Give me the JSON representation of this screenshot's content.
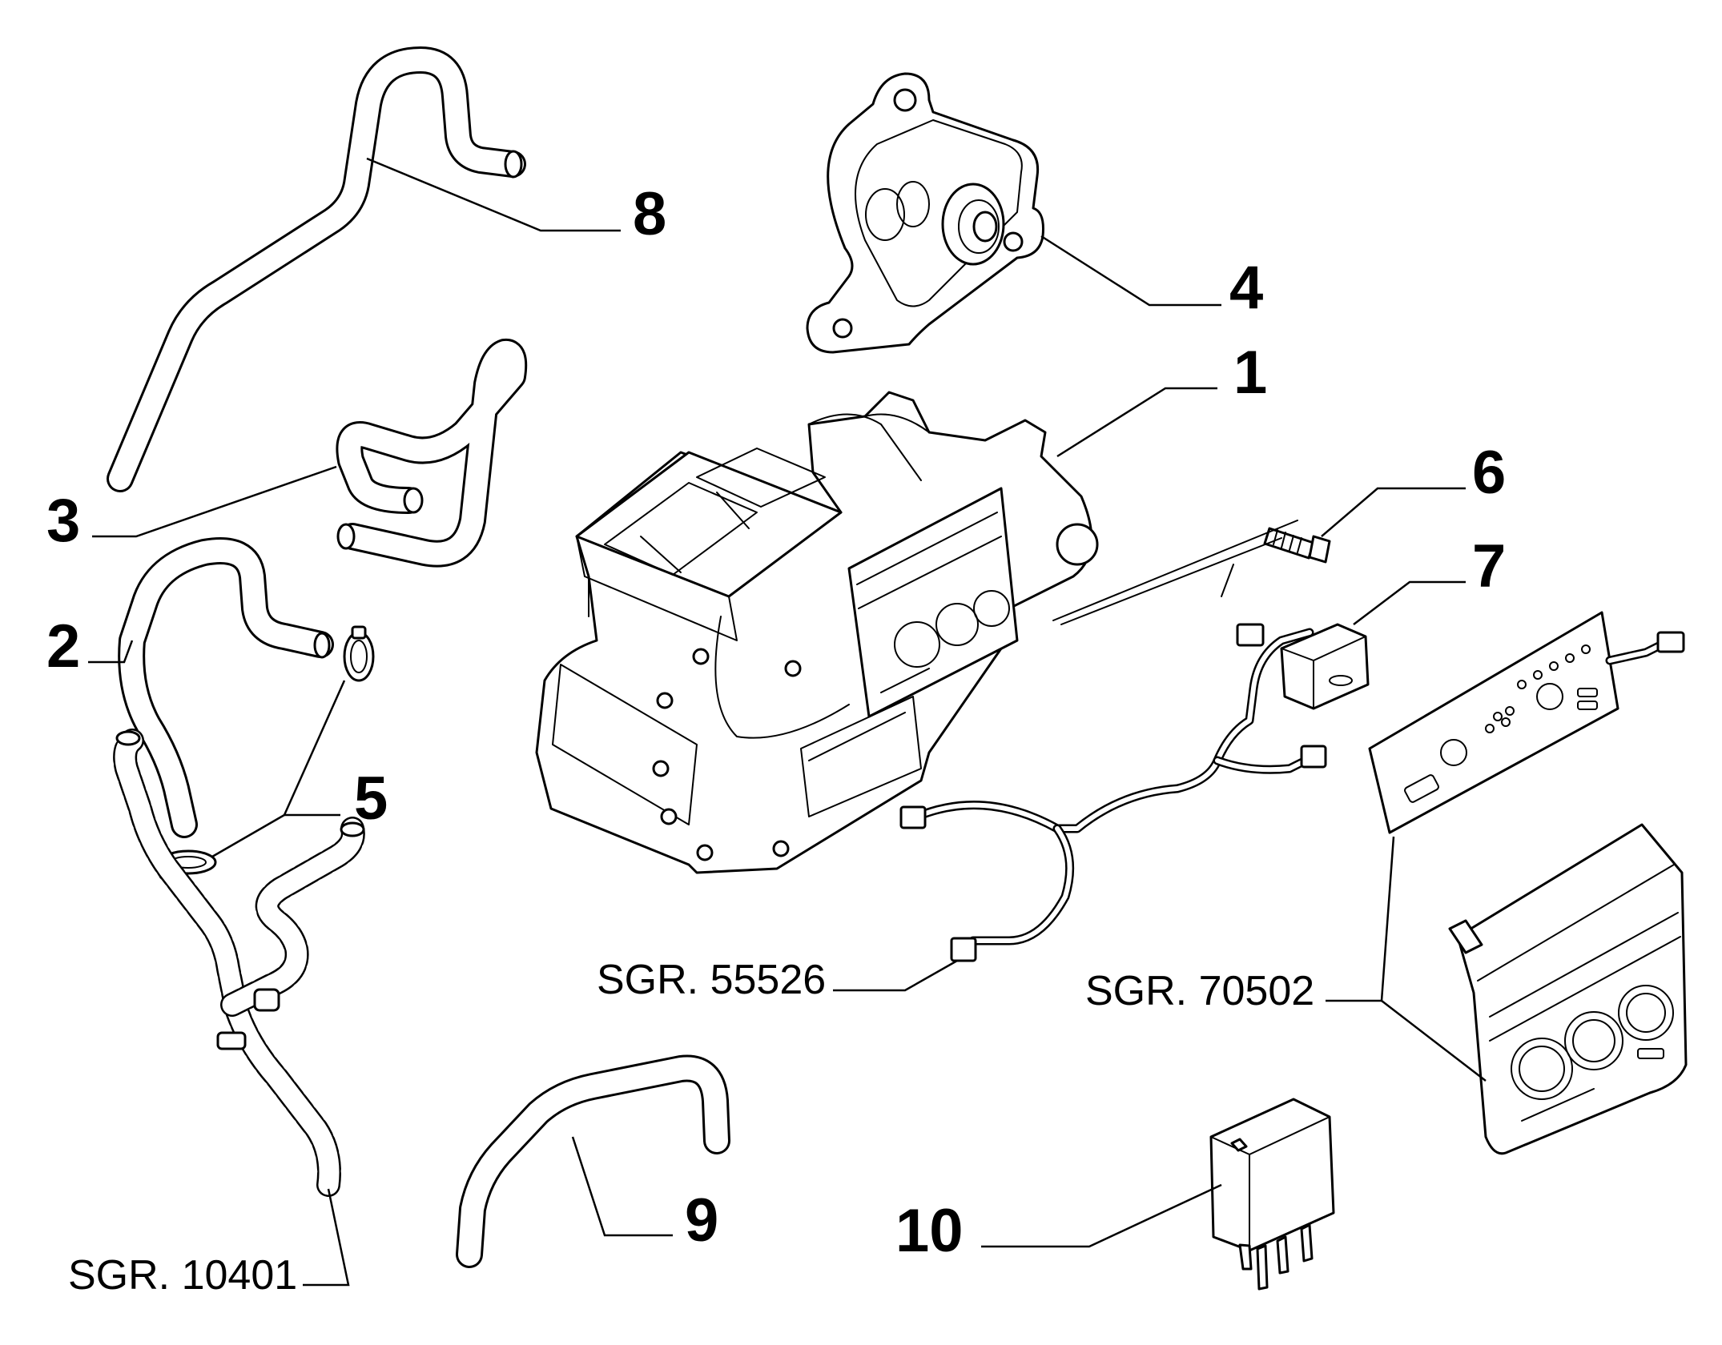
{
  "callouts": {
    "c1": "1",
    "c2": "2",
    "c3": "3",
    "c4": "4",
    "c5": "5",
    "c6": "6",
    "c7": "7",
    "c8": "8",
    "c9": "9",
    "c10": "10"
  },
  "references": {
    "sgr_10401": "SGR. 10401",
    "sgr_55526": "SGR. 55526",
    "sgr_70502": "SGR. 70502"
  }
}
